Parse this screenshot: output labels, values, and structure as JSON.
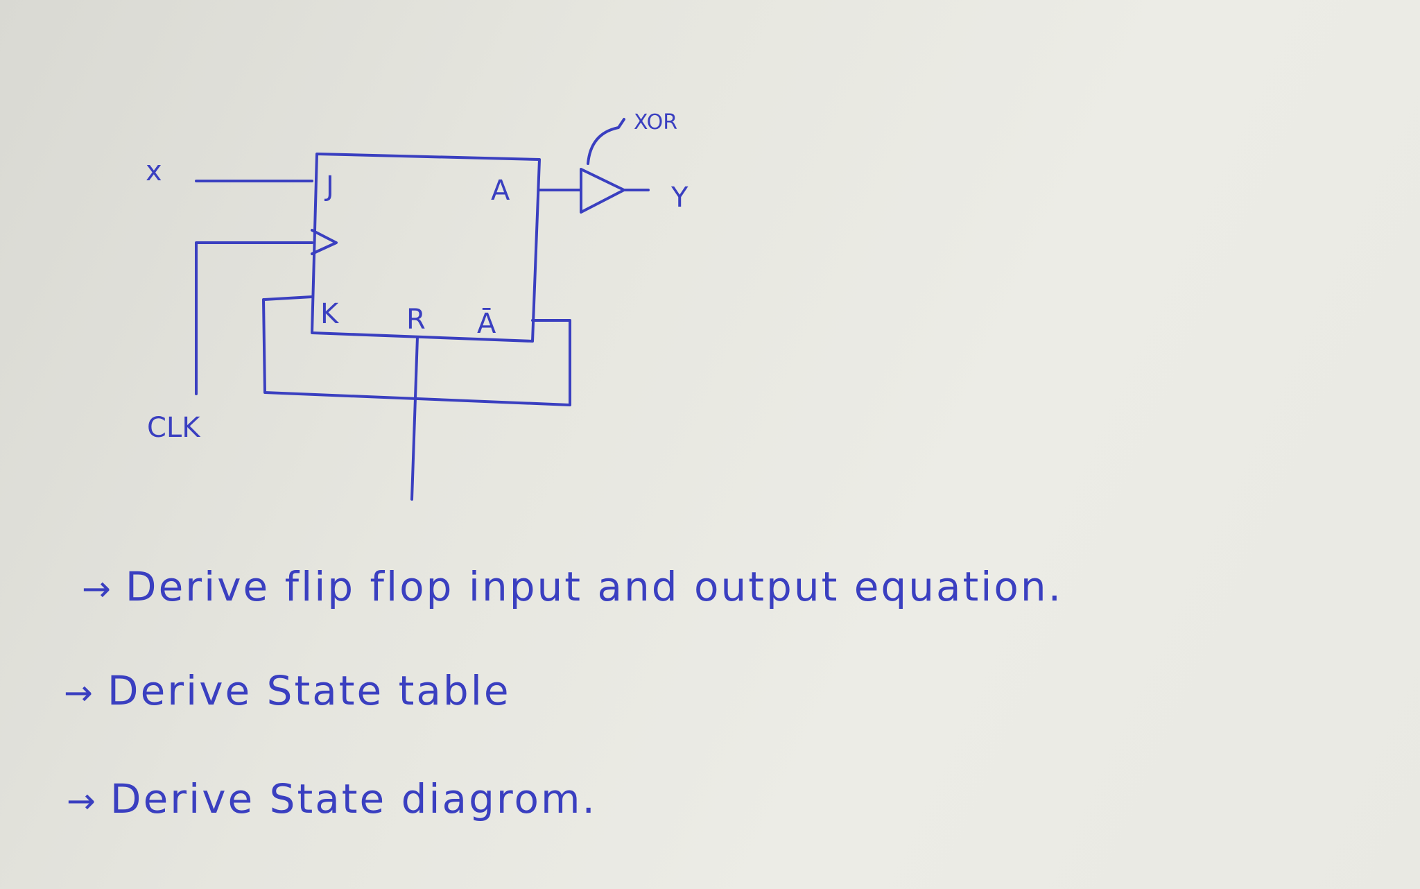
{
  "diagram": {
    "input_x": "x",
    "clock": "CLK",
    "pin_j": "J",
    "pin_k": "K",
    "pin_r": "R",
    "out_a": "A",
    "out_abar": "Ā",
    "gate": "XOR",
    "output": "Y",
    "colors": {
      "ink": "#3a3fc0",
      "paper": "#e6e6df"
    }
  },
  "tasks": {
    "arrow": "→",
    "t1": "Derive flip flop input  and output equation.",
    "t2": "Derive   State table",
    "t3": "Derive State diagrom."
  }
}
